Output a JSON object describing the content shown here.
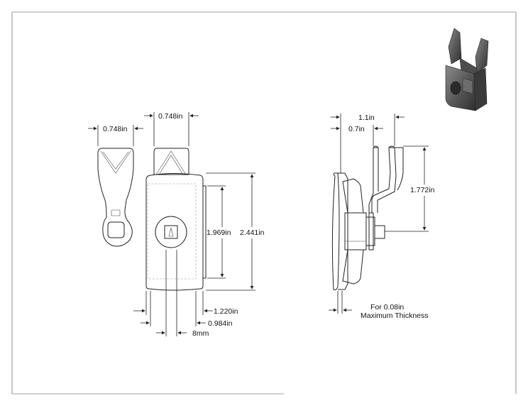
{
  "dimensions": {
    "latch_width": "0.748in",
    "cam_width": "0.748in",
    "body_height": "2.441in",
    "window_height": "1.969in",
    "width_1220": "1.220in",
    "width_0984": "0.984in",
    "shaft": "8mm",
    "side_depth": "1.1in",
    "side_offset": "0.7in",
    "fork_height": "1.772in"
  },
  "note": {
    "line1": "For 0.08in",
    "line2": "Maximum Thickness"
  }
}
